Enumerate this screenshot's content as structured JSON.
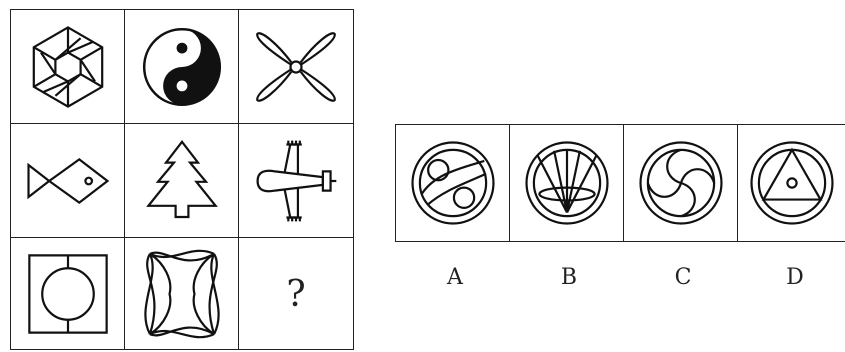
{
  "puzzle": {
    "question_mark": "?",
    "grid_figures": [
      "pinwheel-hexagon-icon",
      "yin-yang-icon",
      "propeller-icon",
      "fish-icon",
      "pine-tree-icon",
      "airplane-icon",
      "circle-in-square-icon",
      "petal-frame-icon",
      "unknown"
    ]
  },
  "options": {
    "labels": [
      "A",
      "B",
      "C",
      "D"
    ],
    "figures": [
      "circle-two-circles-icon",
      "circle-fan-ellipse-icon",
      "circle-swirl-icon",
      "circle-triangle-icon"
    ]
  }
}
